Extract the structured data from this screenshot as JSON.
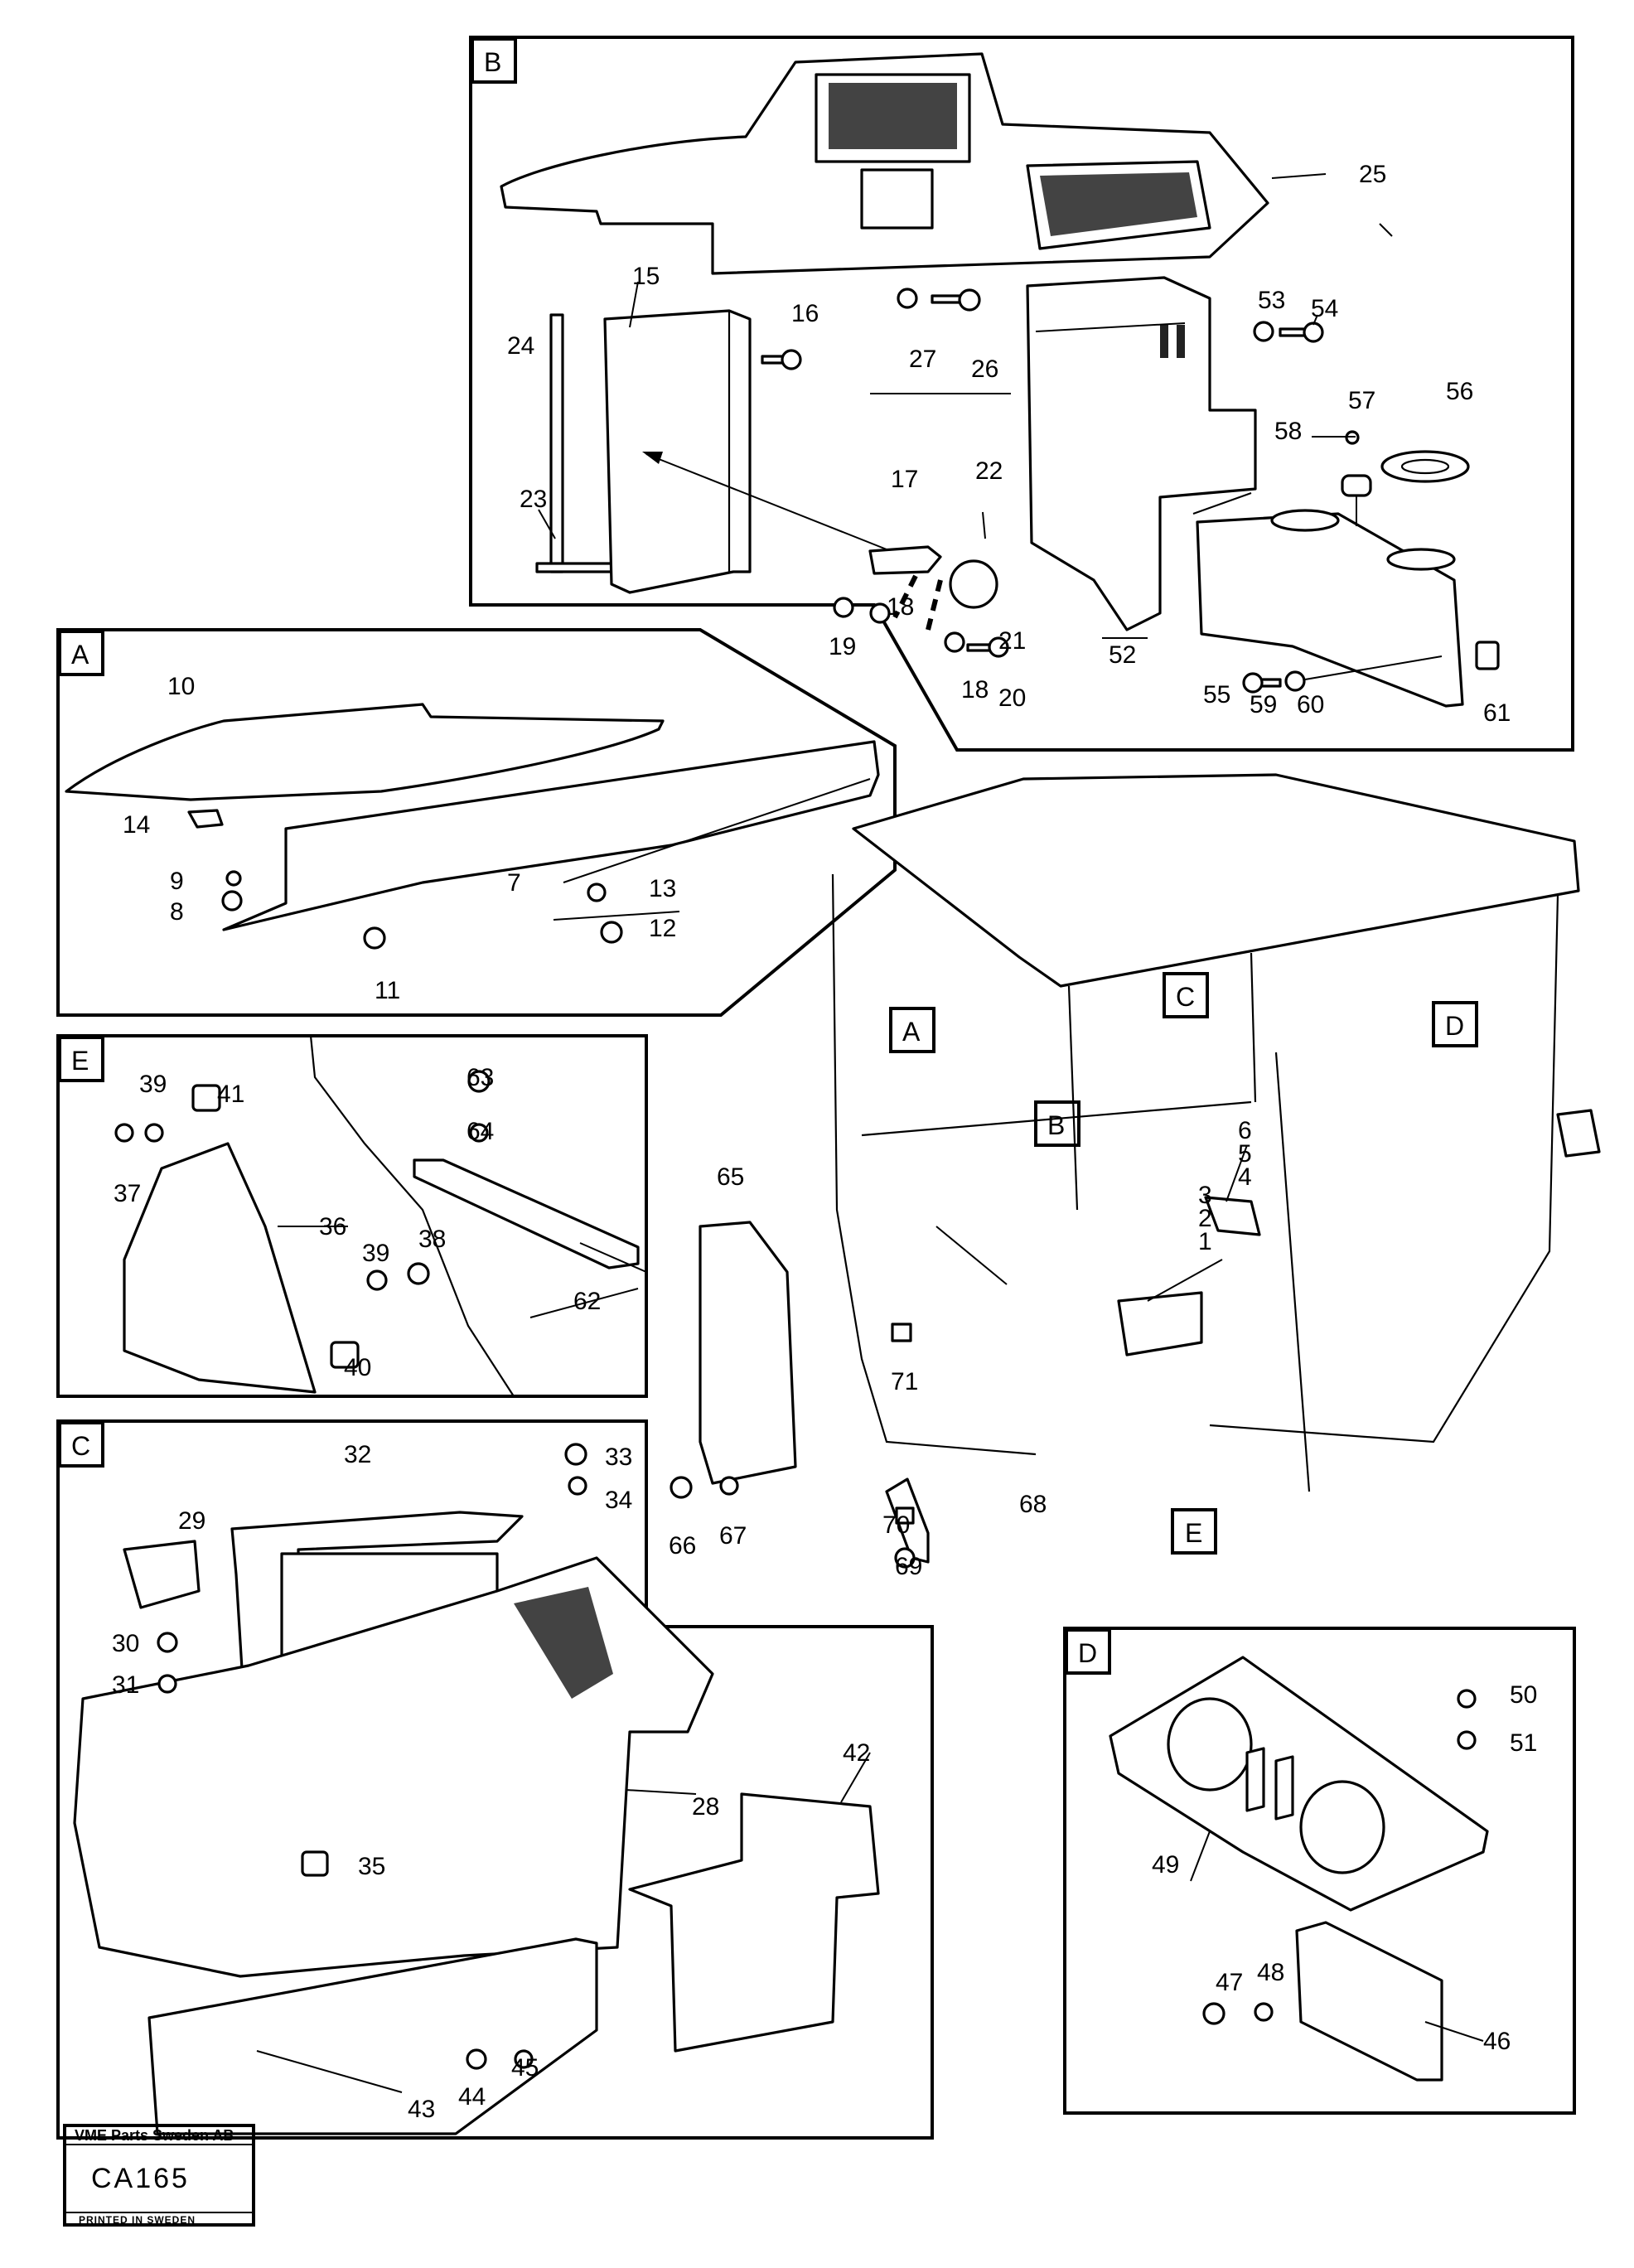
{
  "publisher": "VME Parts Sweden AB",
  "drawing_code": "CA165",
  "printed_in": "PRINTED IN SWEDEN",
  "sections": [
    {
      "letter": "B"
    },
    {
      "letter": "A"
    },
    {
      "letter": "E"
    },
    {
      "letter": "C"
    },
    {
      "letter": "D"
    }
  ],
  "cab_callouts": [
    "A",
    "B",
    "C",
    "D",
    "E"
  ],
  "part_numbers": [
    "1",
    "2",
    "3",
    "4",
    "5",
    "6",
    "7",
    "8",
    "9",
    "10",
    "11",
    "12",
    "13",
    "14",
    "15",
    "16",
    "17",
    "18",
    "18",
    "19",
    "20",
    "21",
    "22",
    "23",
    "24",
    "25",
    "26",
    "27",
    "28",
    "29",
    "30",
    "31",
    "32",
    "33",
    "34",
    "35",
    "36",
    "37",
    "38",
    "39",
    "39",
    "40",
    "41",
    "42",
    "43",
    "44",
    "45",
    "46",
    "47",
    "48",
    "49",
    "50",
    "51",
    "52",
    "53",
    "54",
    "55",
    "56",
    "57",
    "58",
    "59",
    "60",
    "61",
    "62",
    "63",
    "64",
    "65",
    "66",
    "67",
    "68",
    "69",
    "70",
    "71"
  ]
}
